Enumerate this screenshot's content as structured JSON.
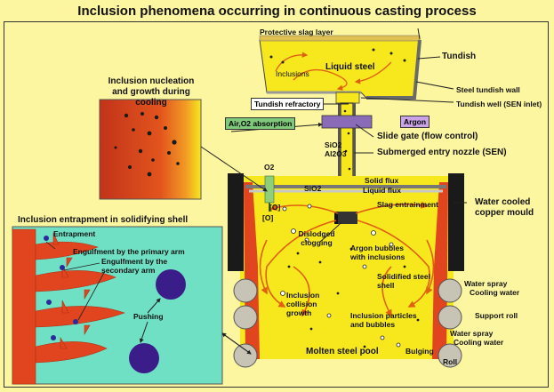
{
  "title": "Inclusion phenomena occurring in continuous casting process",
  "labels": {
    "protective_slag_layer": "Protective slag layer",
    "inclusions": "Inclusions",
    "liquid_steel": "Liquid steel",
    "tundish": "Tundish",
    "steel_tundish_wall": "Steel tundish wall",
    "tundish_refractory": "Tundish refractory",
    "tundish_well": "Tundish well (SEN inlet)",
    "air_o2_absorption": "Air,O2 absorption",
    "argon": "Argon",
    "slide_gate": "Slide gate (flow control)",
    "sio2": "SiO2",
    "al2o3": "Al2O3",
    "sen": "Submerged entry nozzle (SEN)",
    "nucleation_title": "Inclusion nucleation and growth during cooling",
    "o2": "O2",
    "o_top": "[O]",
    "o_left": "[O]",
    "sio2_mould": "SiO2",
    "solid_flux": "Solid flux",
    "liquid_flux": "Liquid flux",
    "slag_entrainment": "Slag entrainment",
    "water_cooled_mould": "Water cooled copper mould",
    "dislodged_clogging": "Dislodged clogging",
    "argon_bubbles": "Argon  bubbles with inclusions",
    "entrapment_title": "Inclusion entrapment in solidifying shell",
    "entrapment": "Entrapment",
    "engulf_primary": "Engulfment by the primary arm",
    "engulf_secondary": "Engulfment by the secondary arm",
    "pushing": "Pushing",
    "solidified_shell": "Solidified steel shell",
    "water_spray_1": "Water spray",
    "cooling_water_1": "Cooling water",
    "collision": "Inclusion collision growth",
    "support_roll": "Support roll",
    "particles_bubbles": "Inclusion particles and bubbles",
    "water_spray_2": "Water spray",
    "cooling_water_2": "Cooling water",
    "molten_pool": "Molten steel pool",
    "bulging": "Bulging",
    "roll": "Roll"
  },
  "colors": {
    "background": "#fdf6a0",
    "steel": "#f7e81e",
    "shell": "#e0451f",
    "flow_arrows": "#e06010",
    "tag_green": "#7ec97a",
    "tag_purple": "#c9a3e6",
    "panel_teal": "#6fe0c4"
  }
}
